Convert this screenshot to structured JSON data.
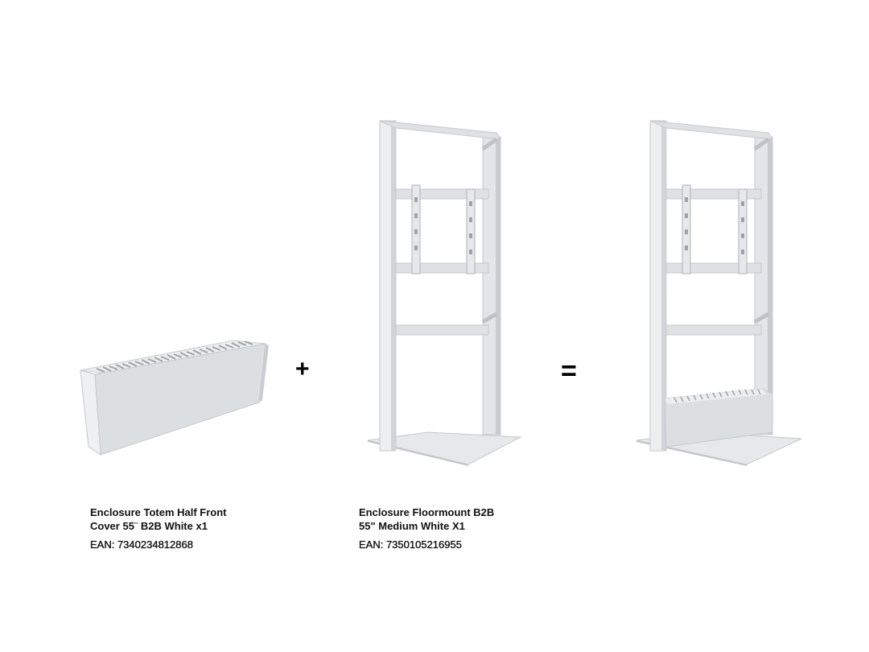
{
  "operators": {
    "plus": "+",
    "equals": "="
  },
  "products": [
    {
      "name_line1": "Enclosure Totem Half Front",
      "name_line2": "Cover 55¨ B2B White x1",
      "ean": "EAN: 7340234812868"
    },
    {
      "name_line1": "Enclosure Floormount B2B",
      "name_line2": "55\" Medium White X1",
      "ean": "EAN: 7350105216955"
    }
  ],
  "colors": {
    "metal_light": "#e9ebee",
    "metal_mid": "#d3d6da",
    "metal_dark": "#b9bcc1",
    "text": "#111111"
  }
}
